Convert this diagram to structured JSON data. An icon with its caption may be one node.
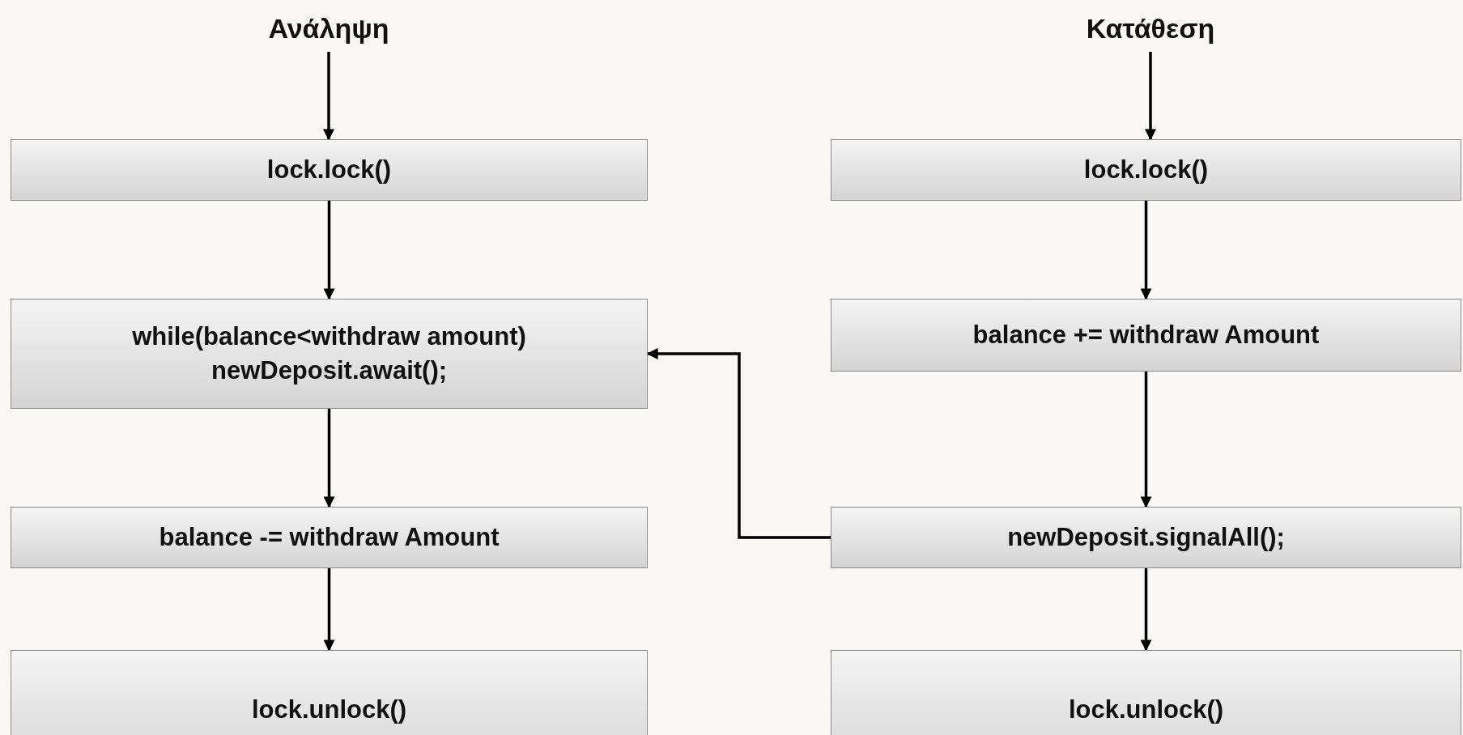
{
  "diagram": {
    "nodes": [
      {
        "text": [
          "Ανάληψη"
        ]
      },
      {
        "text": [
          "lock.lock()"
        ]
      },
      {
        "text": [
          "while(balance<withdraw amount) newDeposit.await();"
        ]
      },
      {
        "text": [
          "balance -= withdraw Amount"
        ]
      },
      {
        "text": [
          "lock.unlock()"
        ]
      },
      {
        "text": [
          "Κατάθεση"
        ]
      },
      {
        "text": [
          "lock.lock()"
        ]
      },
      {
        "text": [
          "balance += withdraw Amount"
        ]
      },
      {
        "text": [
          "newDeposit.signalAll();"
        ]
      },
      {
        "text": [
          "lock.unlock()"
        ]
      }
    ],
    "edges": [
      {
        "from": 0,
        "to": 1,
        "arrow": "to"
      },
      {
        "from": 1,
        "to": 2,
        "arrow": "to"
      },
      {
        "from": 2,
        "to": 3,
        "arrow": "to"
      },
      {
        "from": 3,
        "to": 4,
        "arrow": "to"
      },
      {
        "from": 5,
        "to": 6,
        "arrow": "to"
      },
      {
        "from": 6,
        "to": 7,
        "arrow": "to"
      },
      {
        "from": 7,
        "to": 8,
        "arrow": "to"
      },
      {
        "from": 8,
        "to": 9,
        "arrow": "to"
      },
      {
        "from": 8,
        "to": 2,
        "arrow": "to"
      }
    ]
  }
}
